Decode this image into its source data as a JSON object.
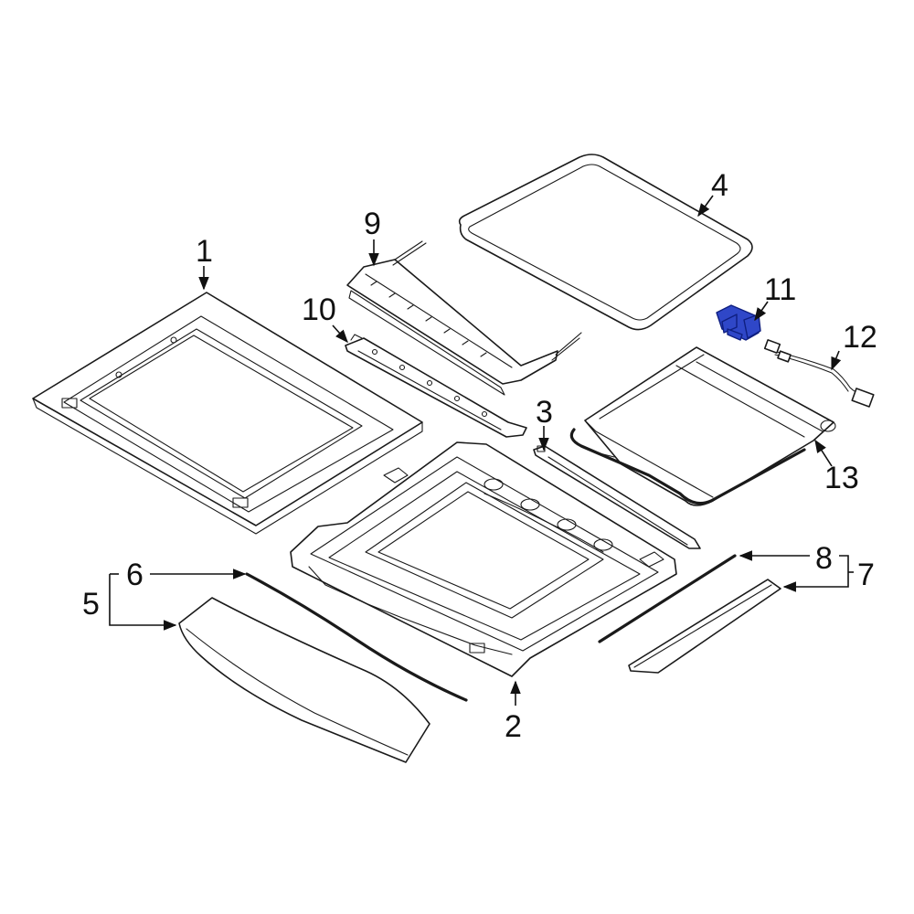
{
  "diagram": {
    "highlight_color": "#2f47c8",
    "callouts": [
      {
        "id": "c1",
        "text": "1"
      },
      {
        "id": "c2",
        "text": "2"
      },
      {
        "id": "c3",
        "text": "3"
      },
      {
        "id": "c4",
        "text": "4"
      },
      {
        "id": "c5",
        "text": "5"
      },
      {
        "id": "c6",
        "text": "6"
      },
      {
        "id": "c7",
        "text": "7"
      },
      {
        "id": "c8",
        "text": "8"
      },
      {
        "id": "c9",
        "text": "9"
      },
      {
        "id": "c10",
        "text": "10"
      },
      {
        "id": "c11",
        "text": "11"
      },
      {
        "id": "c12",
        "text": "12"
      },
      {
        "id": "c13",
        "text": "13"
      }
    ]
  }
}
